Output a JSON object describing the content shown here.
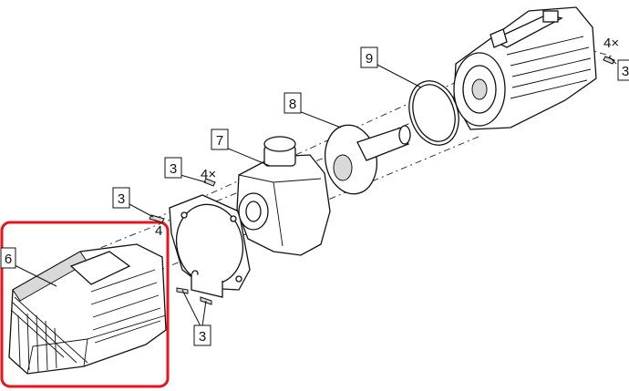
{
  "labels": {
    "p9": "9",
    "p8": "8",
    "p7": "7",
    "p6": "6",
    "p3_top_right": "3",
    "p3_center": "3",
    "p3_left": "3",
    "p3_bottom": "3",
    "qty_top_right": "4×",
    "qty_center": "4×",
    "qty_left": "4"
  },
  "highlight": {
    "color": "#e8141c"
  }
}
